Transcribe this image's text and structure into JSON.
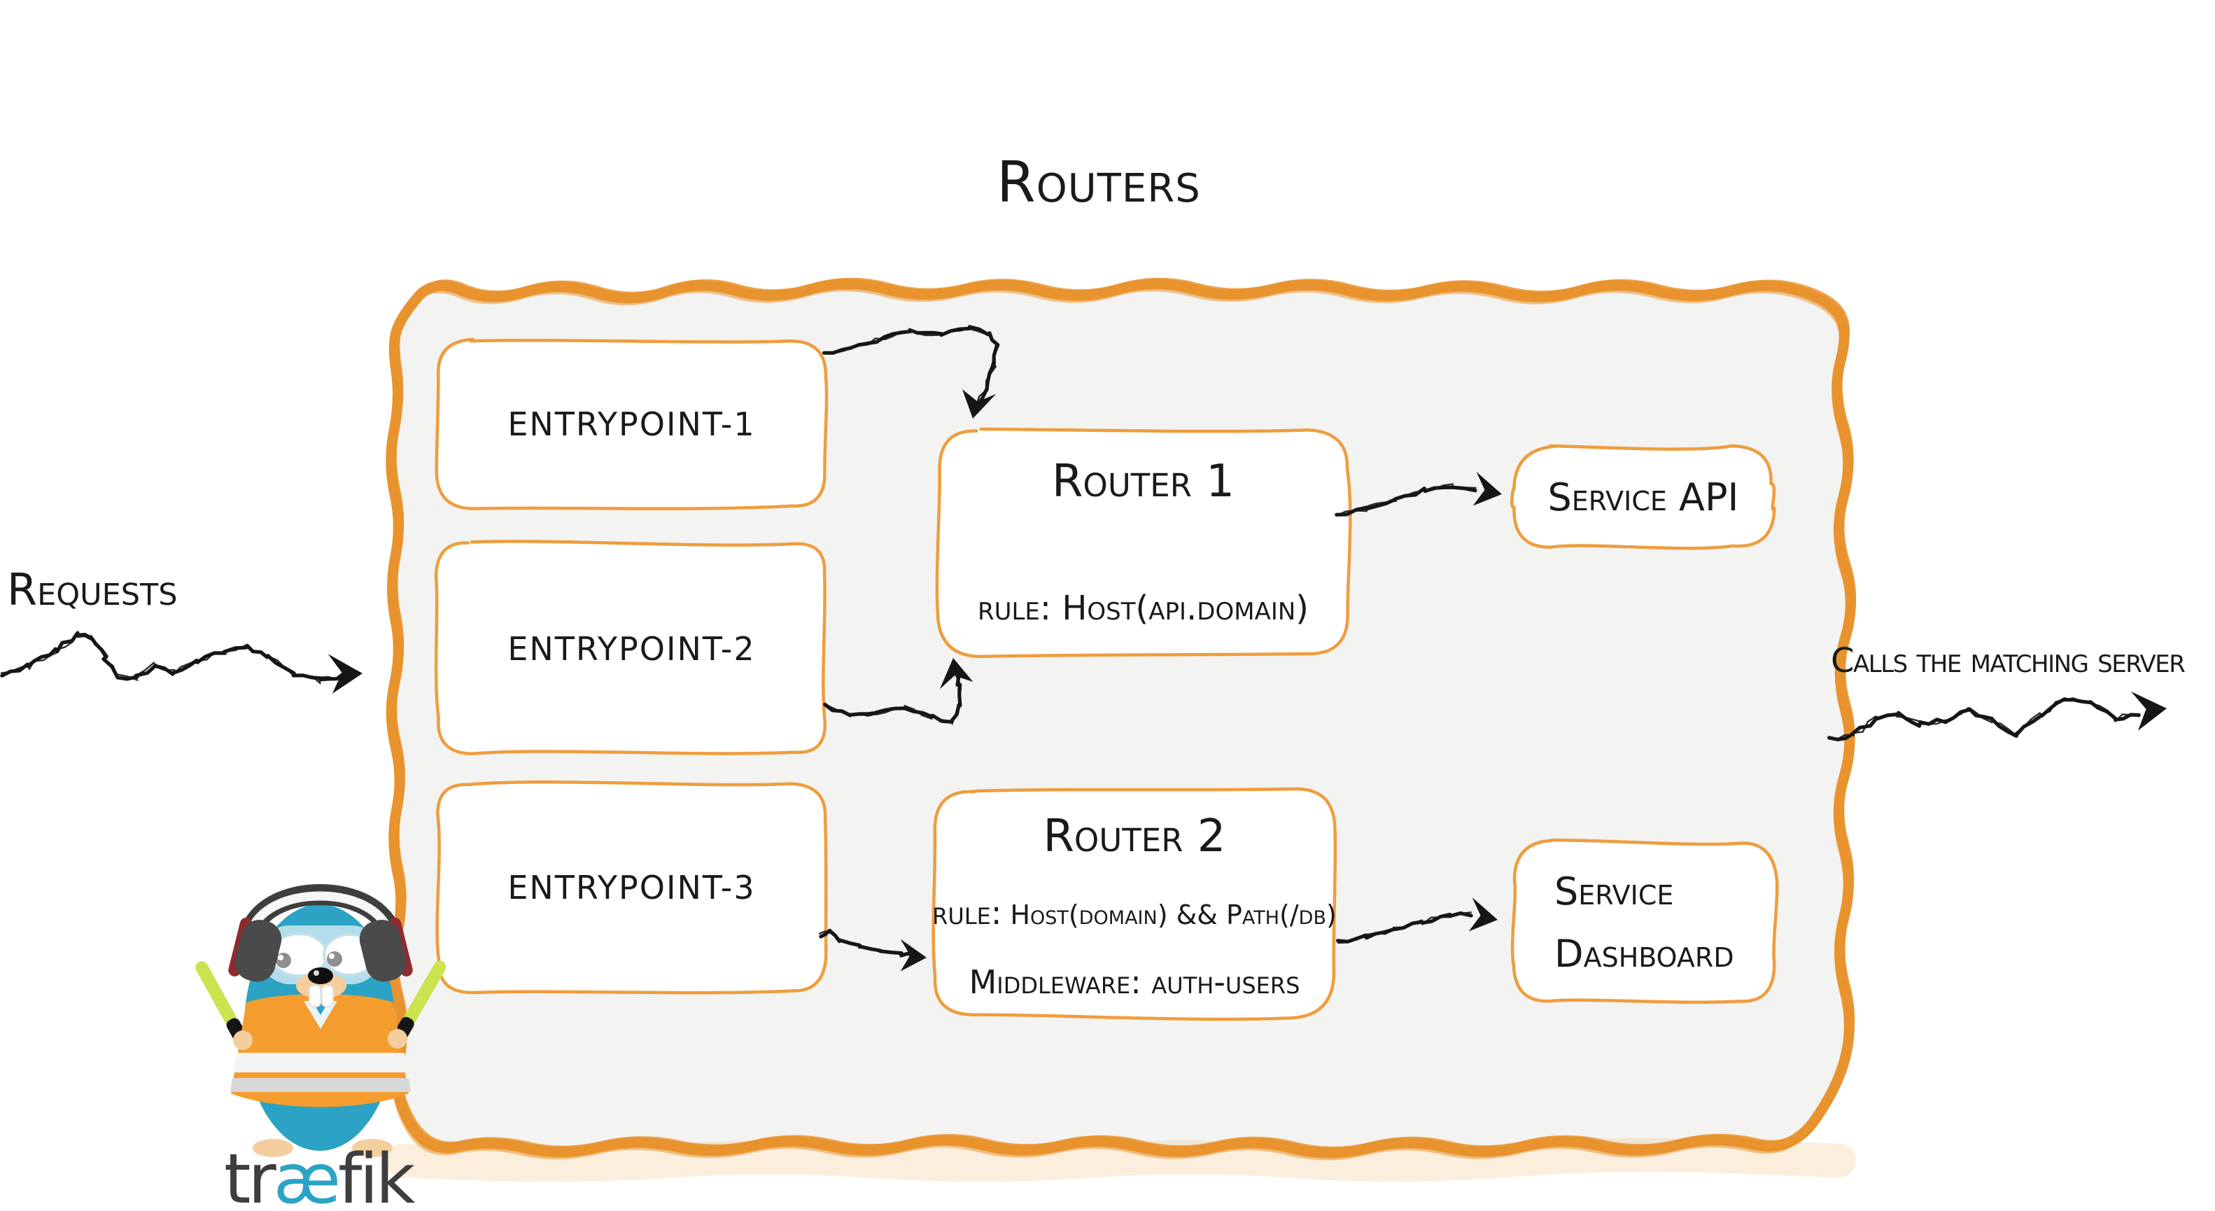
{
  "diagram": {
    "title": "Routers",
    "requests_label": "Requests",
    "output_label": "Calls the matching server",
    "entrypoints": [
      "entrypoint-1",
      "entrypoint-2",
      "entrypoint-3"
    ],
    "router1": {
      "title": "Router 1",
      "rule_label": "rule:",
      "rule_value": "Host(api.domain)"
    },
    "router2": {
      "title": "Router 2",
      "rule_label": "rule:",
      "rule_value": "Host(domain) && Path(/db)",
      "middleware_label": "Middleware:",
      "middleware_value": "auth-users"
    },
    "services": {
      "api": {
        "lines": [
          "Service API"
        ]
      },
      "dashboard": {
        "lines": [
          "Service",
          "Dashboard"
        ]
      }
    },
    "logo": {
      "pre": "tr",
      "ae": "æ",
      "post": "fik"
    },
    "colors": {
      "frame": "#E9932E",
      "box_border": "#EE9D3E",
      "canvas": "#F3F3F2",
      "ink": "#1A1A18",
      "arrow_ink": "#161614",
      "logo_teal": "#2BA3C4",
      "logo_ink": "#3E3E3E"
    }
  }
}
